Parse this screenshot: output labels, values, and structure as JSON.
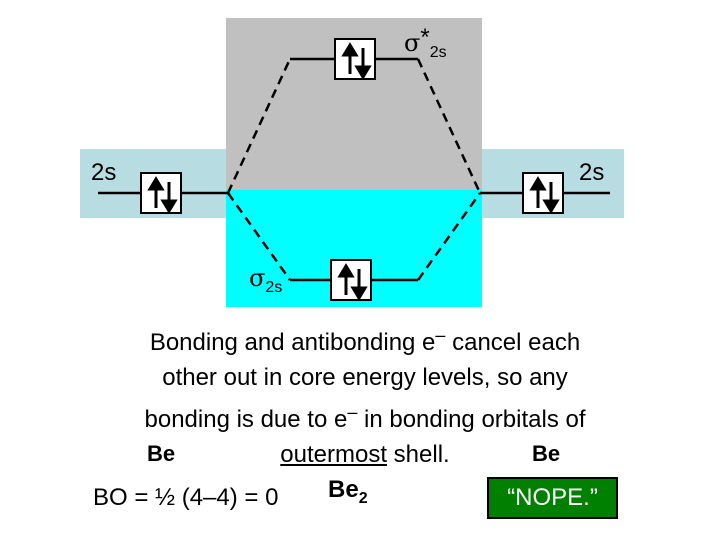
{
  "diagram": {
    "antibonding_label": {
      "symbol": "σ",
      "star": "*",
      "sub": "2s"
    },
    "bonding_label": {
      "symbol": "σ",
      "sub": "2s"
    },
    "left_atom_orbital": "2s",
    "right_atom_orbital": "2s",
    "orbital_fill": {
      "left_2s": "paired",
      "right_2s": "paired",
      "sigma_2s": "paired",
      "sigma_star_2s": "paired"
    },
    "colors": {
      "band": "#b7dde3",
      "antibonding_region": "#c0c0c0",
      "bonding_region": "#00ffff",
      "callout": "#008000"
    }
  },
  "text": {
    "para_1": "Bonding and antibonding e",
    "para_1_minus": "–",
    "para_1_rest": " cancel each",
    "line_2": "other out in core energy levels, so any",
    "line_3_a": "bonding is due to e",
    "line_3_minus": "–",
    "line_3_b": " in bonding orbitals of",
    "line_4_underline": "outermost",
    "line_4_rest": " shell.",
    "left_atom": "Be",
    "right_atom": "Be",
    "bond_order": "BO = ½ (4–4) = 0",
    "molecule": "Be",
    "molecule_sub": "2",
    "callout": "“NOPE.”"
  }
}
